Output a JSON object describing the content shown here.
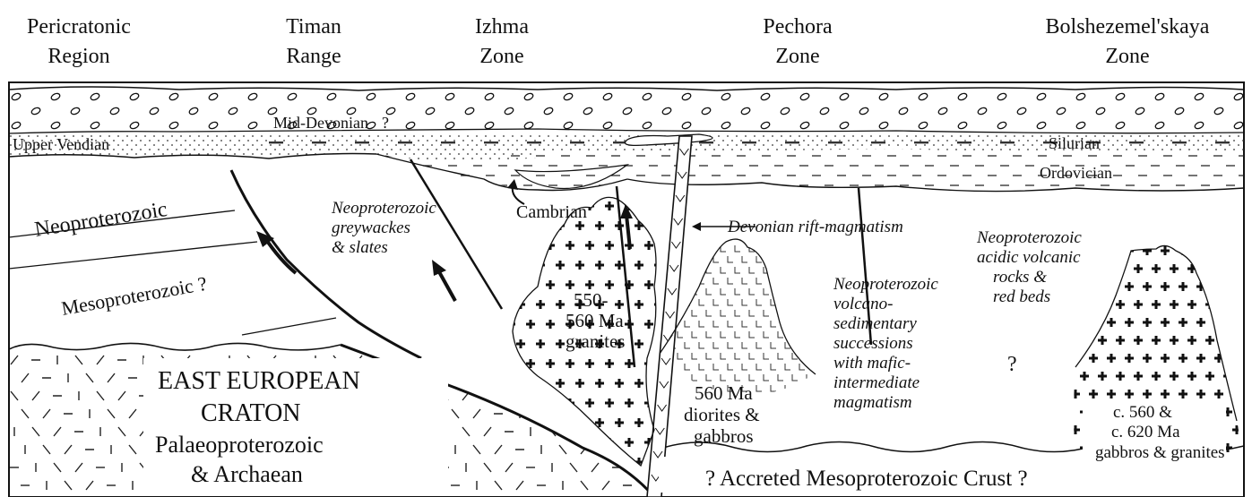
{
  "headers": [
    {
      "line1": "Pericratonic",
      "line2": "Region"
    },
    {
      "line1": "Timan",
      "line2": "Range"
    },
    {
      "line1": "Izhma",
      "line2": "Zone"
    },
    {
      "line1": "Pechora",
      "line2": "Zone"
    },
    {
      "line1": "Bolshezemel'skaya",
      "line2": "Zone"
    }
  ],
  "units": {
    "mid_devonian": "Mid-Devonian",
    "mid_devonian_q": "?",
    "upper_vendian": "Upper Vendian",
    "silurian": "Silurian",
    "ordovician": "Ordovician",
    "cambrian": "Cambrian",
    "neoproterozoic": "Neoproterozoic",
    "mesoproterozoic": "Mesoproterozoic ?"
  },
  "annotations": {
    "greywackes": [
      "Neoproterozoic",
      "greywackes",
      "& slates"
    ],
    "devonian_rift": "Devonian rift-magmatism",
    "acidic": [
      "Neoproterozoic",
      "acidic volcanic",
      "rocks &",
      "red beds"
    ],
    "volcano": [
      "Neoproterozoic",
      "volcano-",
      "sedimentary",
      "successions",
      "with mafic-",
      "intermediate",
      "magmatism"
    ],
    "question": "?"
  },
  "intrusions": {
    "granites_550": [
      "550-",
      "560 Ma",
      "granites"
    ],
    "diorites_560": [
      "560 Ma",
      "diorites &",
      "gabbros"
    ],
    "gabbros_560_620": [
      "c. 560 &",
      "c. 620 Ma",
      "gabbros & granites"
    ]
  },
  "craton": {
    "name1": "EAST EUROPEAN",
    "name2": "CRATON",
    "age1": "Palaeoproterozoic",
    "age2": "& Archaean"
  },
  "accreted": "? Accreted Mesoproterozoic Crust ?"
}
